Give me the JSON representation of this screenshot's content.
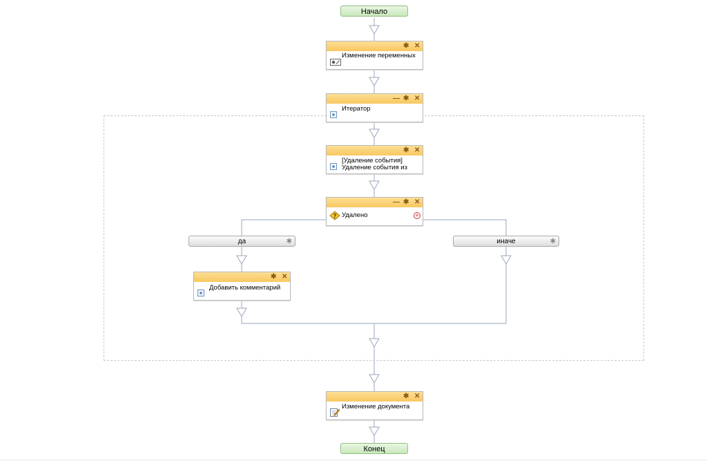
{
  "workflow": {
    "start_label": "Начало",
    "end_label": "Конец",
    "activities": {
      "change_vars": {
        "title": "Изменение переменных",
        "icon": "variables-icon"
      },
      "iterator": {
        "title": "Итератор",
        "icon": "activity-icon"
      },
      "delete_event": {
        "title": "[Удаление события]\nУдаление события из",
        "icon": "activity-icon"
      },
      "condition": {
        "title": "Удалено",
        "icon": "condition-icon"
      },
      "add_comment": {
        "title": "Добавить комментарий",
        "icon": "activity-icon"
      },
      "change_doc": {
        "title": "Изменение документа",
        "icon": "edit-document-icon"
      }
    },
    "branches": {
      "yes": "да",
      "else": "иначе"
    }
  },
  "glyphs": {
    "gear": "✱",
    "close": "✕",
    "minimize": "—",
    "plus": "+"
  },
  "colors": {
    "activity_header": "#f9c75f",
    "terminal": "#c9e8bb",
    "connector": "#9aa6b8"
  }
}
